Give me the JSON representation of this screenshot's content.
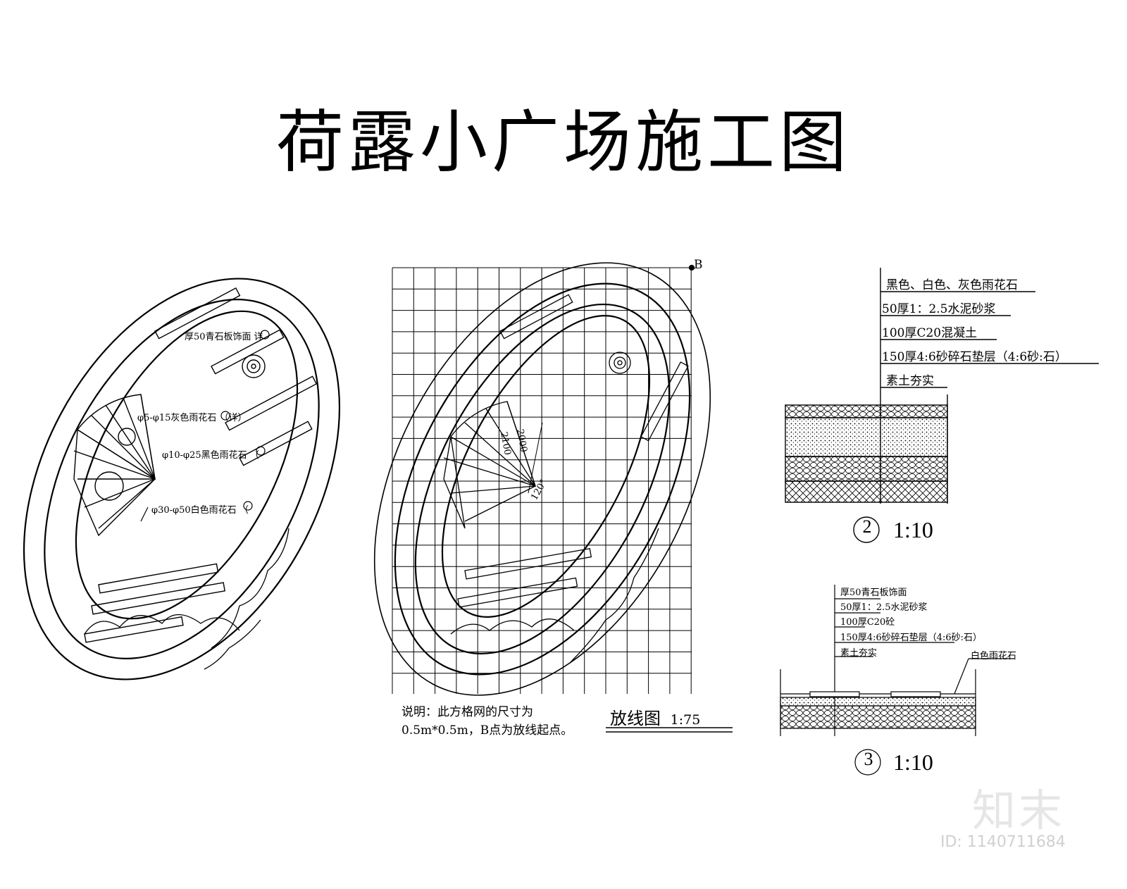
{
  "title": "荷露小广场施工图",
  "plan_labels": {
    "slate_finish": "厚50青石板饰面 详",
    "gray_pebble": "φ5-φ15灰色雨花石 （详）",
    "black_pebble": "φ10-φ25黑色雨花石 （",
    "white_pebble": "φ30-φ50白色雨花石 （"
  },
  "layout_plan": {
    "point_label": "B",
    "dim_a": "2000",
    "dim_b": "2100",
    "angle": "120°",
    "caption_name": "放线图",
    "caption_scale": "1:75",
    "note": "说明：此方格网的尺寸为0.5m*0.5m，B点为放线起点。"
  },
  "section2": {
    "layers": [
      "黑色、白色、灰色雨花石",
      "50厚1：2.5水泥砂浆",
      "100厚C20混凝土",
      "150厚4:6砂碎石垫层（4:6砂:石）",
      "素土夯实"
    ],
    "number": "2",
    "scale": "1:10"
  },
  "section3": {
    "layers": [
      "厚50青石板饰面",
      "50厚1：2.5水泥砂浆",
      "100厚C20砼",
      "150厚4:6砂碎石垫层（4:6砂:石）",
      "素土夯实"
    ],
    "side_label": "白色雨花石",
    "number": "3",
    "scale": "1:10"
  },
  "branding": {
    "logo": "知末",
    "id": "ID: 1140711684"
  }
}
